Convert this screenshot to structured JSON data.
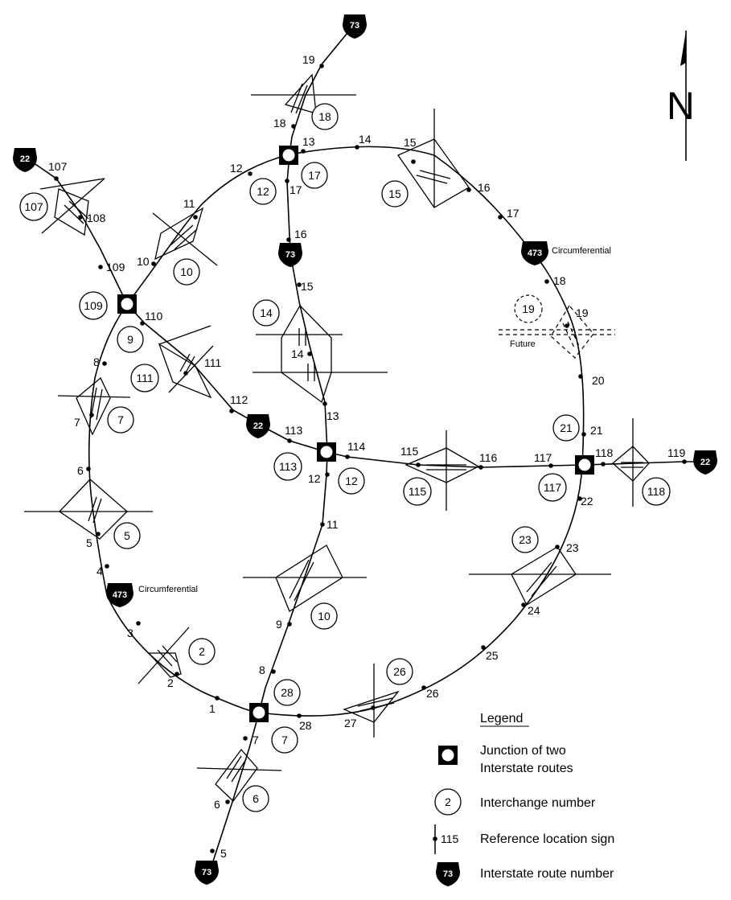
{
  "north_label": "N",
  "future_label": "Future",
  "circumferential_label": "Circumferential",
  "routes": {
    "i73": "73",
    "i22": "22",
    "i473": "473"
  },
  "legend": {
    "title": "Legend",
    "junction_line1": "Junction of two",
    "junction_line2": "Interstate routes",
    "interchange": "Interchange number",
    "interchange_sample": "2",
    "refsign": "Reference location sign",
    "refsign_sample": "115",
    "route_number": "Interstate route number",
    "route_sample": "73"
  },
  "interchange_numbers": [
    "18",
    "17",
    "12",
    "15",
    "107",
    "10",
    "109",
    "9",
    "111",
    "14",
    "7",
    "5",
    "113",
    "12",
    "115",
    "21",
    "117",
    "118",
    "23",
    "10",
    "2",
    "26",
    "28",
    "7",
    "6",
    "19"
  ],
  "reference_signs": [
    "19",
    "18",
    "13",
    "12",
    "14",
    "15",
    "16",
    "17",
    "18",
    "107",
    "108",
    "11",
    "10",
    "109",
    "110",
    "8",
    "7",
    "6",
    "5",
    "4",
    "3",
    "2",
    "1",
    "111",
    "112",
    "113",
    "114",
    "15",
    "14",
    "13",
    "12",
    "11",
    "9",
    "8",
    "7",
    "6",
    "5",
    "115",
    "116",
    "117",
    "118",
    "119",
    "19",
    "20",
    "21",
    "22",
    "23",
    "24",
    "25",
    "26",
    "27",
    "28",
    "17",
    "16"
  ]
}
